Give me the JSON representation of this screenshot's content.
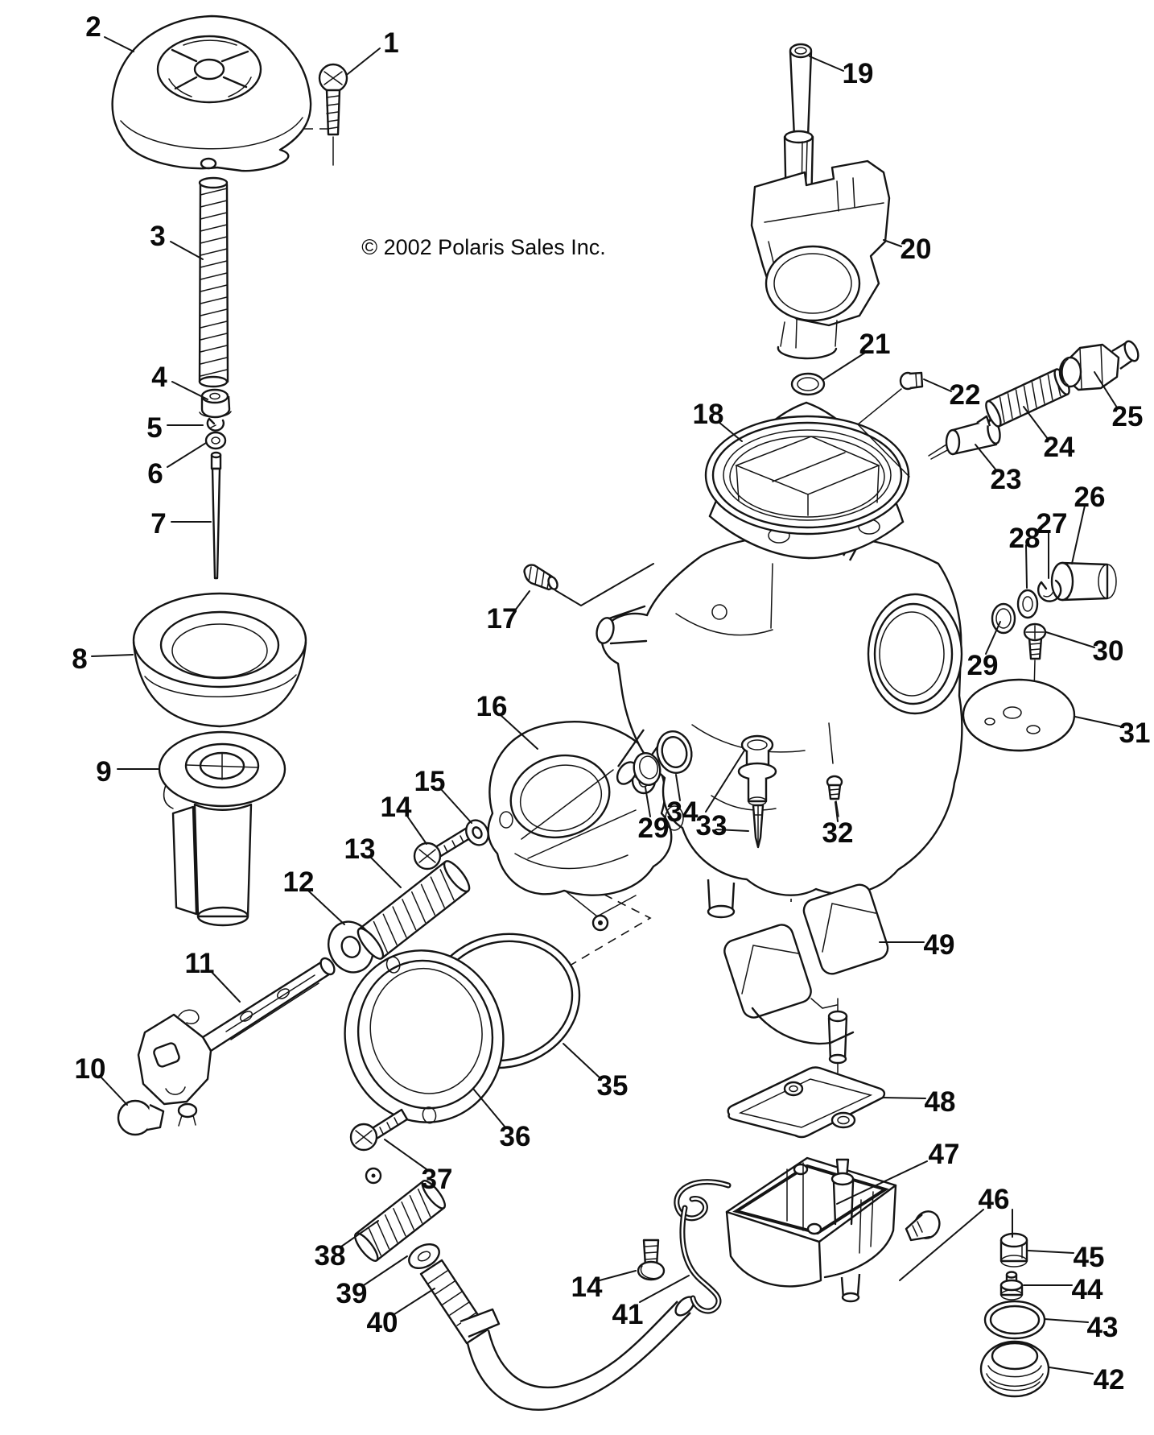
{
  "diagram": {
    "copyright": "© 2002 Polaris Sales Inc.",
    "callouts": [
      {
        "label": "1"
      },
      {
        "label": "2"
      },
      {
        "label": "3"
      },
      {
        "label": "4"
      },
      {
        "label": "5"
      },
      {
        "label": "6"
      },
      {
        "label": "7"
      },
      {
        "label": "8"
      },
      {
        "label": "9"
      },
      {
        "label": "10"
      },
      {
        "label": "11"
      },
      {
        "label": "12"
      },
      {
        "label": "13"
      },
      {
        "label": "14"
      },
      {
        "label": "15"
      },
      {
        "label": "16"
      },
      {
        "label": "17"
      },
      {
        "label": "18"
      },
      {
        "label": "19"
      },
      {
        "label": "20"
      },
      {
        "label": "21"
      },
      {
        "label": "22"
      },
      {
        "label": "23"
      },
      {
        "label": "24"
      },
      {
        "label": "25"
      },
      {
        "label": "26"
      },
      {
        "label": "27"
      },
      {
        "label": "28"
      },
      {
        "label": "29"
      },
      {
        "label": "30"
      },
      {
        "label": "31"
      },
      {
        "label": "29"
      },
      {
        "label": "34"
      },
      {
        "label": "33"
      },
      {
        "label": "32"
      },
      {
        "label": "35"
      },
      {
        "label": "36"
      },
      {
        "label": "37"
      },
      {
        "label": "38"
      },
      {
        "label": "39"
      },
      {
        "label": "40"
      },
      {
        "label": "14"
      },
      {
        "label": "41"
      },
      {
        "label": "42"
      },
      {
        "label": "43"
      },
      {
        "label": "44"
      },
      {
        "label": "45"
      },
      {
        "label": "46"
      },
      {
        "label": "47"
      },
      {
        "label": "48"
      },
      {
        "label": "49"
      }
    ]
  }
}
